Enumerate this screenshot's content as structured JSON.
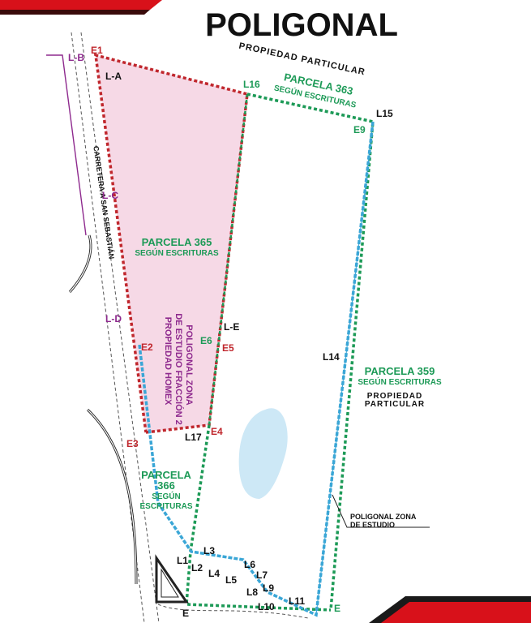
{
  "title": "POLIGONAL",
  "colors": {
    "accent_red": "#d8111a",
    "pink_fill": "#f6d9e6",
    "red_dot": "#c0272d",
    "green_dot": "#1d9a57",
    "blue_dot": "#3aa6d6",
    "purple": "#8e2a8e",
    "lake": "#cde8f6"
  },
  "labels": {
    "propiedad_top": "PROPIEDAD PARTICULAR",
    "parcela363_title": "PARCELA 363",
    "parcela363_sub": "SEGÚN ESCRITURAS",
    "carretera": "CARRETERA A SAN SEBASTIÁN",
    "parcela365_title": "PARCELA 365",
    "parcela365_sub": "SEGÚN ESCRITURAS",
    "homex_1": "POLIGONAL ZONA",
    "homex_2": "DE ESTUDIO FRACCIÓN 2",
    "homex_3": "PROPIEDAD HOMEX",
    "parcela359_title": "PARCELA 359",
    "parcela359_sub": "SEGÚN ESCRITURAS",
    "propiedad_right_1": "PROPIEDAD",
    "propiedad_right_2": "PARTICULAR",
    "parcela366_1": "PARCELA",
    "parcela366_2": "366",
    "parcela366_3": "SEGÚN",
    "parcela366_4": "ESCRITURAS",
    "zona_estudio_1": "POLIGONAL ZONA",
    "zona_estudio_2": "DE ESTUDIO"
  },
  "markers": {
    "E1": "E1",
    "E2": "E2",
    "E3": "E3",
    "E4": "E4",
    "E5": "E5",
    "E6": "E6",
    "E9": "E9",
    "E_bottom": "E",
    "E_bottom_right": "E",
    "LA": "L-A",
    "LB": "L-B",
    "LC": "L-C",
    "LD": "L-D",
    "LE": "L-E",
    "L1": "L1",
    "L2": "L2",
    "L3": "L3",
    "L4": "L4",
    "L5": "L5",
    "L6": "L6",
    "L7": "L7",
    "L8": "L8",
    "L9": "L9",
    "L10": "L10",
    "L11": "L11",
    "L14": "L14",
    "L15": "L15",
    "L16": "L16",
    "L17": "L17"
  }
}
